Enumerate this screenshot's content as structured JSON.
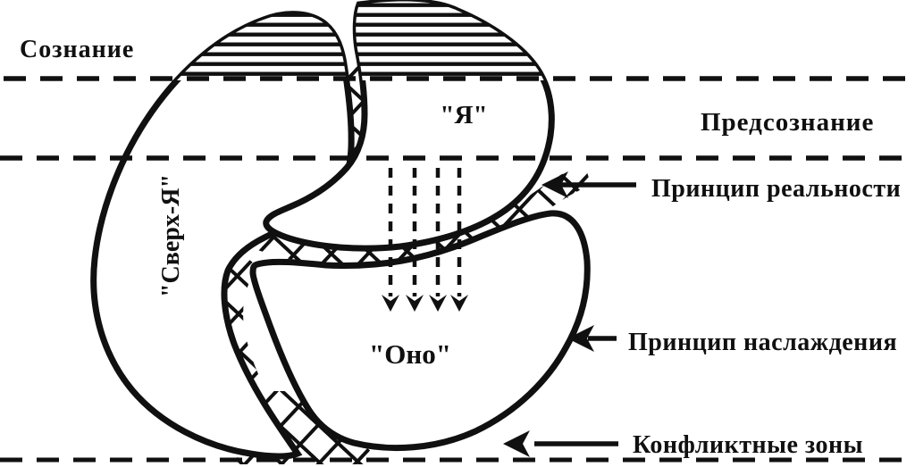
{
  "diagram": {
    "layer_labels": {
      "consciousness": "Сознание",
      "preconsciousness": "Предсознание"
    },
    "regions": {
      "ego": "\"Я\"",
      "superego": "\"Сверх-Я\"",
      "id": "\"Оно\""
    },
    "annotations": {
      "reality_principle": "Принцип реальности",
      "pleasure_principle": "Принцип наслаждения",
      "conflict_zones": "Конфликтные зоны"
    },
    "colors": {
      "ink": "#101010",
      "background": "#ffffff"
    }
  }
}
